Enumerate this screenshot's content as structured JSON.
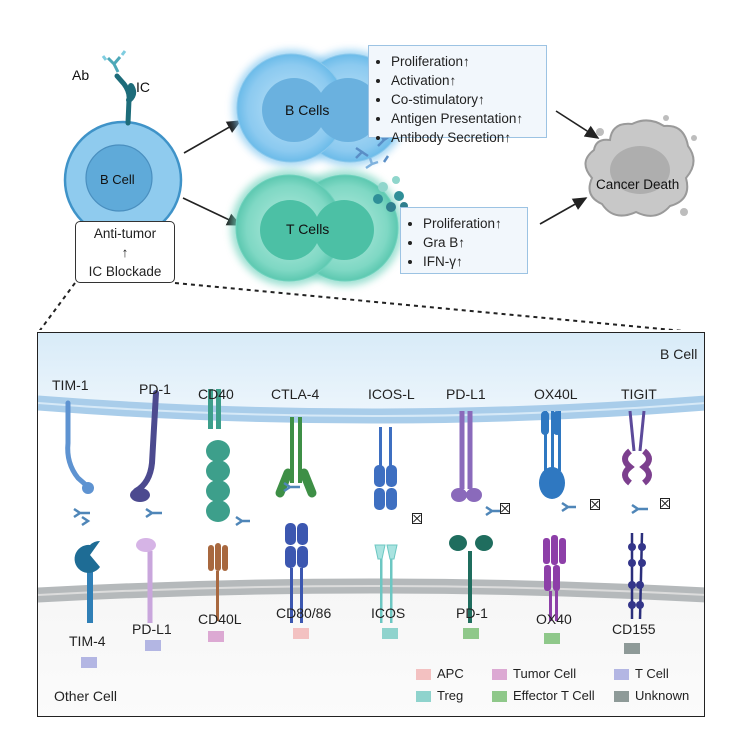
{
  "top": {
    "ab_label": "Ab",
    "ic_label": "IC",
    "b_cell_label": "B Cell",
    "antitumor": {
      "line1": "Anti-tumor",
      "arrow": "↑",
      "line2": "IC Blockade"
    },
    "b_cells_label": "B Cells",
    "t_cells_label": "T Cells",
    "cancer_label": "Cancer Death",
    "b_effects": [
      "Proliferation↑",
      "Activation↑",
      "Co-stimulatory↑",
      "Antigen Presentation↑",
      "Antibody Secretion↑"
    ],
    "t_effects": [
      "Proliferation↑",
      "Gra B↑",
      "IFN-γ↑"
    ]
  },
  "panel": {
    "b_cell_label": "B Cell",
    "other_cell_label": "Other Cell",
    "top_receptors": [
      "TIM-1",
      "PD-1",
      "CD40",
      "CTLA-4",
      "ICOS-L",
      "PD-L1",
      "OX40L",
      "TIGIT"
    ],
    "bottom_ligands": [
      "TIM-4",
      "PD-L1",
      "CD40L",
      "CD80/86",
      "ICOS",
      "PD-1",
      "OX40",
      "CD155"
    ]
  },
  "legend": {
    "items": [
      {
        "label": "APC",
        "color": "#f3c1c1"
      },
      {
        "label": "Tumor Cell",
        "color": "#dca9d3"
      },
      {
        "label": "T Cell",
        "color": "#b3b6e3"
      },
      {
        "label": "Treg",
        "color": "#8fd3cd"
      },
      {
        "label": "Effector T Cell",
        "color": "#8fc88a"
      },
      {
        "label": "Unknown",
        "color": "#8e9a98"
      }
    ]
  }
}
